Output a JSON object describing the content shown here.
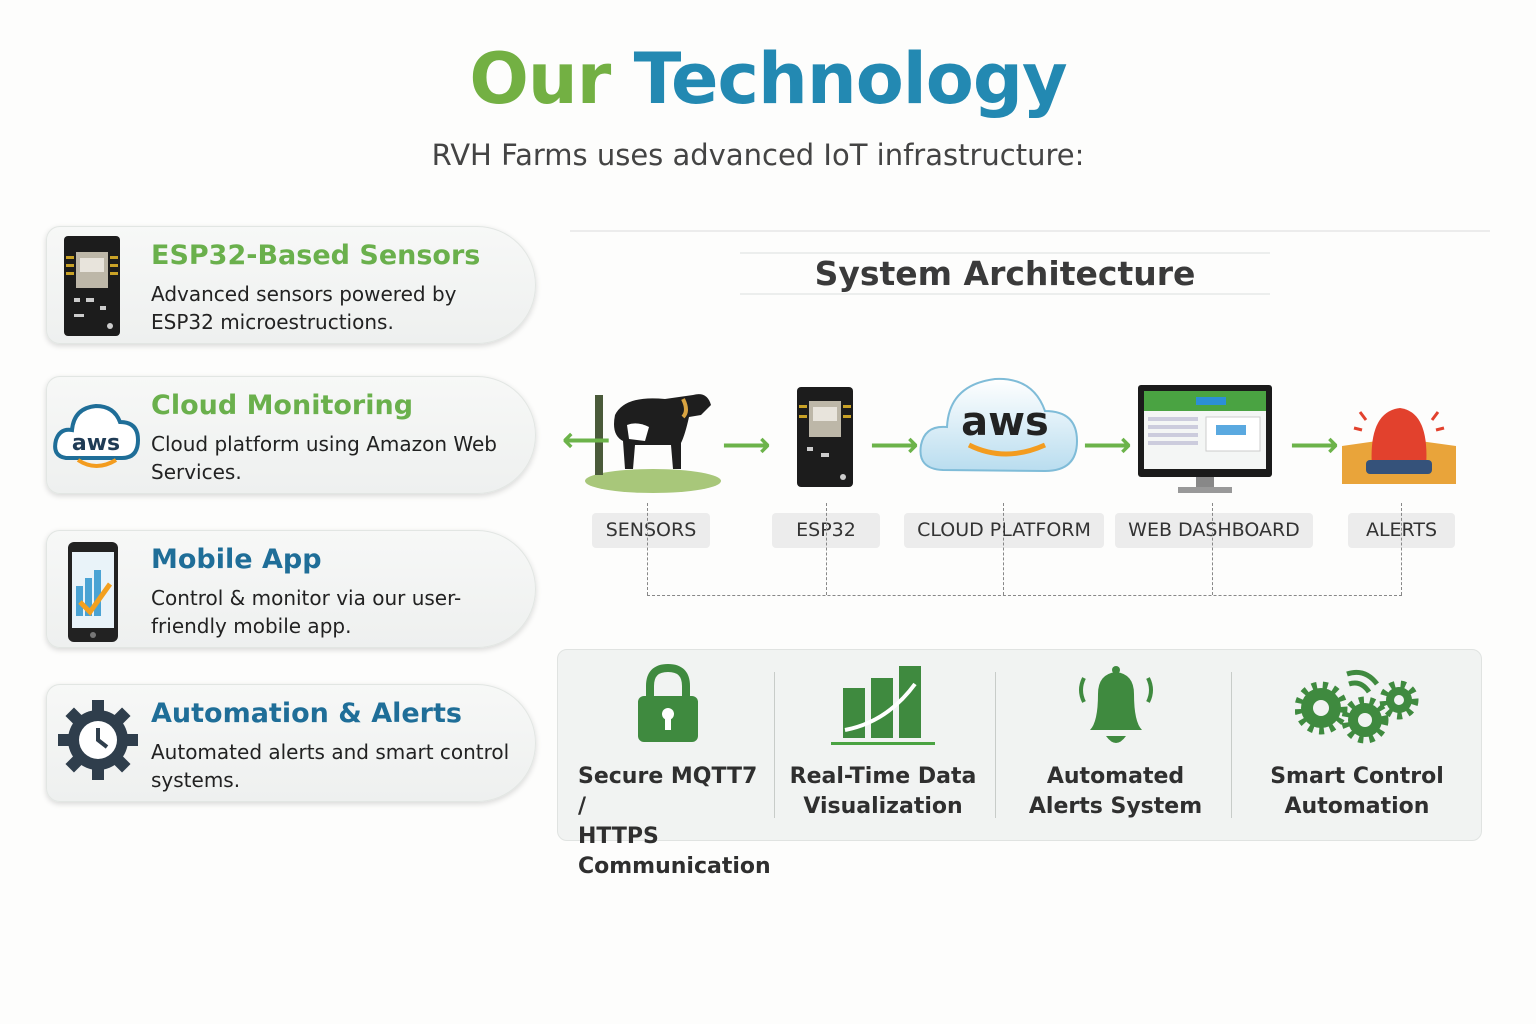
{
  "header": {
    "title_part1": "Our",
    "title_part2": "Technology",
    "subtitle": "RVH Farms uses advanced IoT infrastructure:"
  },
  "cards": [
    {
      "title": "ESP32-Based Sensors",
      "desc": "Advanced sensors powered by ESP32 microestructions.",
      "icon": "esp32-board-icon",
      "color": "#6ab04c"
    },
    {
      "title": "Cloud Monitoring",
      "desc": "Cloud platform using Amazon Web Services.",
      "icon": "aws-cloud-icon",
      "color": "#6ab04c"
    },
    {
      "title": "Mobile App",
      "desc": "Control & monitor via our user-friendly mobile app.",
      "icon": "mobile-phone-icon",
      "color": "#1f6e98"
    },
    {
      "title": "Automation & Alerts",
      "desc": "Automated alerts and smart control systems.",
      "icon": "gear-clock-icon",
      "color": "#1f6e98"
    }
  ],
  "architecture": {
    "title": "System Architecture",
    "nodes": [
      {
        "label": "SENSORS"
      },
      {
        "label": "ESP32"
      },
      {
        "label": "CLOUD PLATFORM"
      },
      {
        "label": "WEB DASHBOARD"
      },
      {
        "label": "ALERTS"
      }
    ],
    "aws_logo": "aws"
  },
  "features": [
    {
      "line1": "Secure MQTT7 /",
      "line2": "HTTPS Communication",
      "icon": "lock-icon"
    },
    {
      "line1": "Real-Time Data",
      "line2": "Visualization",
      "icon": "bar-chart-icon"
    },
    {
      "line1": "Automated",
      "line2": "Alerts System",
      "icon": "bell-icon"
    },
    {
      "line1": "Smart Control",
      "line2": "Automation",
      "icon": "gears-icon"
    }
  ],
  "colors": {
    "green": "#73b043",
    "blue": "#2389b2",
    "icon_green": "#3f8a3f"
  }
}
